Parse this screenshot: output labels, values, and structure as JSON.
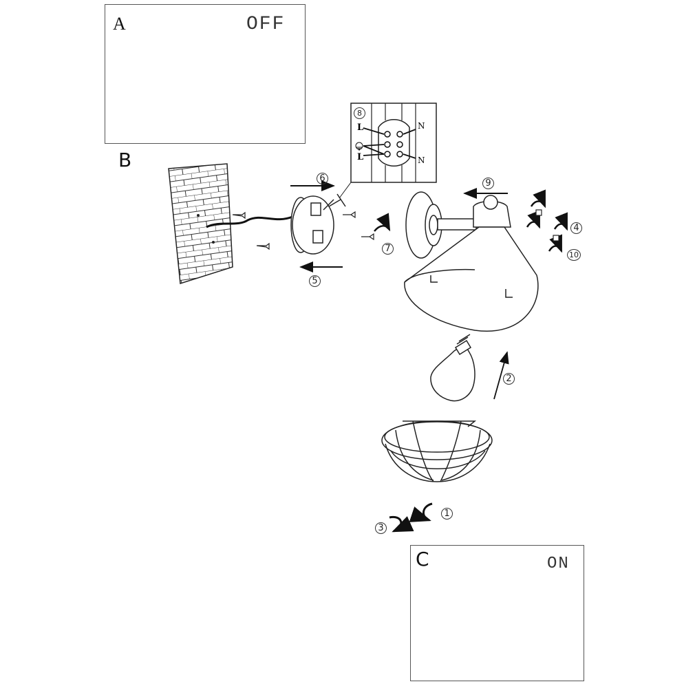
{
  "panels": {
    "a": {
      "letter": "A",
      "state": "OFF"
    },
    "b": {
      "letter": "B"
    },
    "c": {
      "letter": "C",
      "state": "ON"
    }
  },
  "wiring": {
    "step": "8",
    "labels": {
      "l_top": "L",
      "n_top": "N",
      "l_bottom": "L",
      "n_bottom": "N"
    }
  },
  "steps": {
    "s1": "1",
    "s2": "2",
    "s3": "3",
    "s4": "4",
    "s5": "5",
    "s6": "6",
    "s7": "7",
    "s9": "9",
    "s10": "10"
  }
}
